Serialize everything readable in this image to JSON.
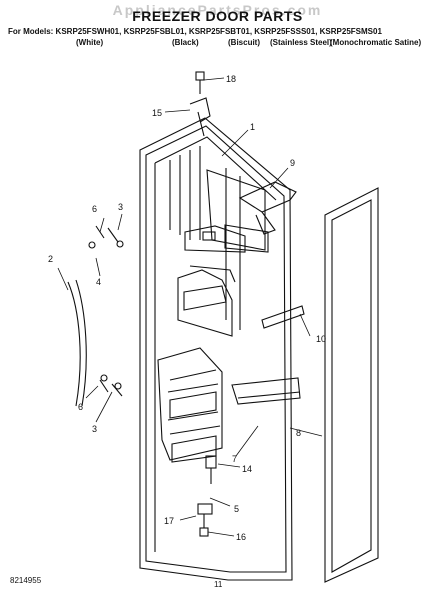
{
  "watermark": "AppliancePartsPros.com",
  "title": "FREEZER DOOR PARTS",
  "models": "For Models: KSRP25FSWH01, KSRP25FSBL01, KSRP25FSBT01, KSRP25FSSS01, KSRP25FSMS01",
  "colors": [
    "(White)",
    "(Black)",
    "(Biscuit)",
    "(Stainless Steel)",
    "(Monochromatic Satine)"
  ],
  "callouts": [
    "1",
    "2",
    "3",
    "3",
    "4",
    "5",
    "6",
    "6",
    "7",
    "8",
    "9",
    "10",
    "14",
    "15",
    "16",
    "17",
    "18"
  ],
  "doc_number": "8214955",
  "page_number": "11"
}
